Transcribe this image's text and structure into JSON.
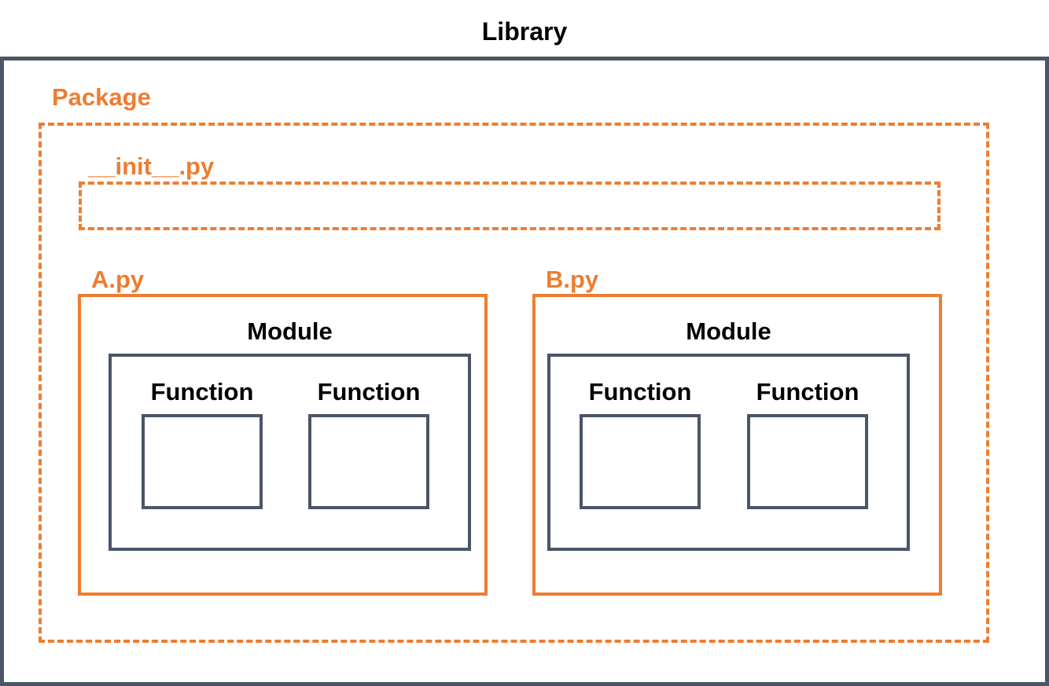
{
  "diagram": {
    "title": "Library",
    "package": {
      "label": "Package",
      "init_file": "__init__.py",
      "files": [
        {
          "label": "A.py",
          "module": {
            "label": "Module",
            "functions": [
              {
                "label": "Function"
              },
              {
                "label": "Function"
              }
            ]
          }
        },
        {
          "label": "B.py",
          "module": {
            "label": "Module",
            "functions": [
              {
                "label": "Function"
              },
              {
                "label": "Function"
              }
            ]
          }
        }
      ]
    }
  },
  "colors": {
    "library_border": "#4a5568",
    "package_accent": "#ed7d31",
    "text": "#000000"
  }
}
